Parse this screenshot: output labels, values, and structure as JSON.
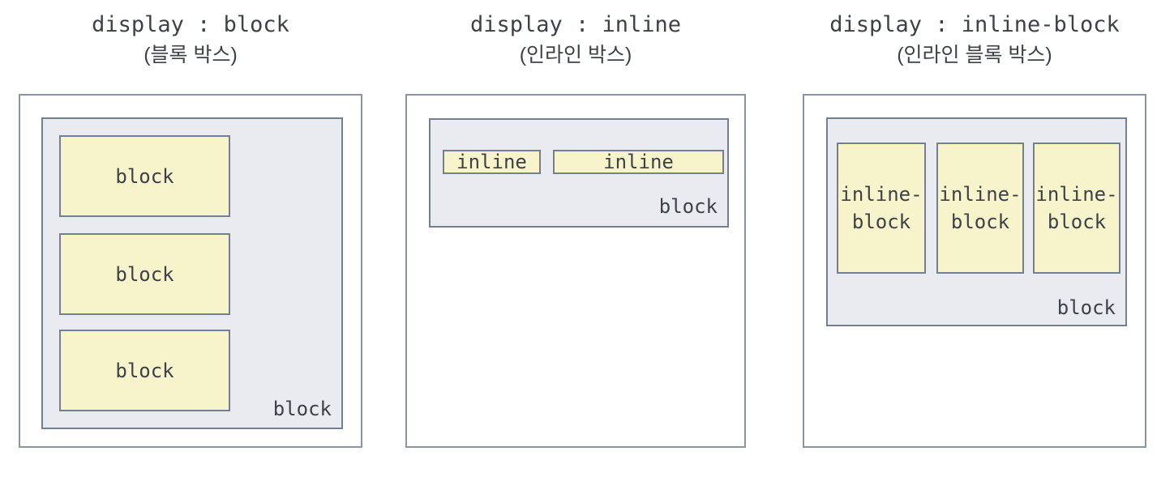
{
  "colors": {
    "background": "#ffffff",
    "outer_border": "#8a94a3",
    "inner_border": "#73808f",
    "container_fill": "#e9ebf0",
    "child_fill": "#f7f4cb",
    "text": "#3d4249"
  },
  "panels": [
    {
      "id": "block",
      "title": "display : block",
      "subtitle": "(블록 박스)",
      "container_label": "block",
      "children": [
        "block",
        "block",
        "block"
      ]
    },
    {
      "id": "inline",
      "title": "display : inline",
      "subtitle": "(인라인 박스)",
      "container_label": "block",
      "children": [
        "inline",
        "inline"
      ]
    },
    {
      "id": "inline-block",
      "title": "display : inline-block",
      "subtitle": "(인라인 블록 박스)",
      "container_label": "block",
      "children": [
        "inline-block",
        "inline-block",
        "inline-block"
      ]
    }
  ]
}
